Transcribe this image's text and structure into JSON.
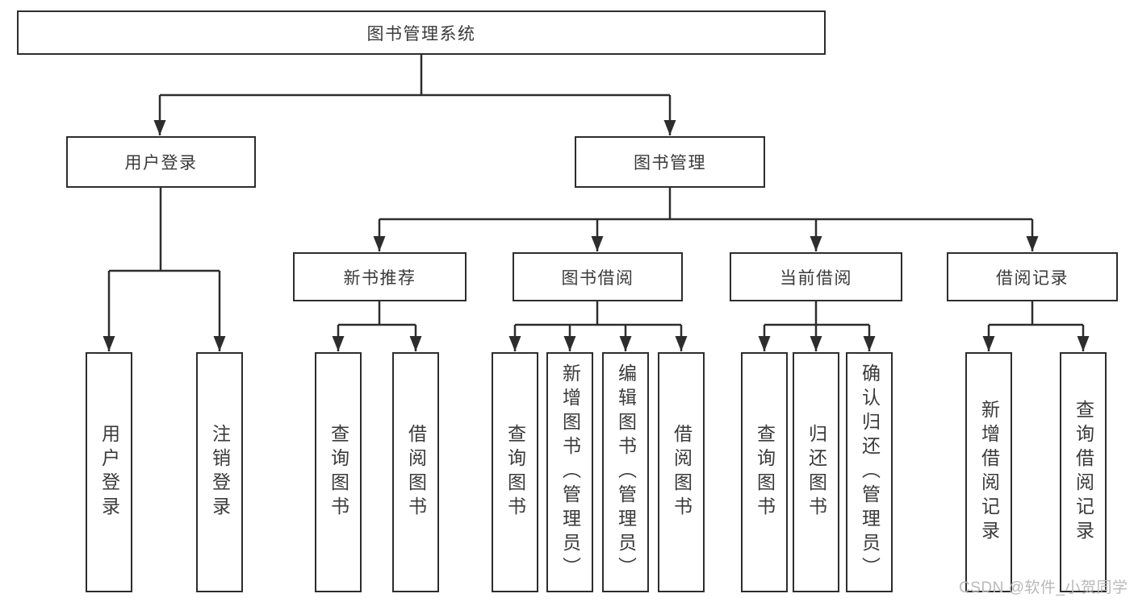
{
  "tree": {
    "label": "图书管理系统",
    "children": [
      {
        "label": "用户登录",
        "children": [
          {
            "label": "用户登录"
          },
          {
            "label": "注销登录"
          }
        ]
      },
      {
        "label": "图书管理",
        "children": [
          {
            "label": "新书推荐",
            "children": [
              {
                "label": "查询图书"
              },
              {
                "label": "借阅图书"
              }
            ]
          },
          {
            "label": "图书借阅",
            "children": [
              {
                "label": "查询图书"
              },
              {
                "label": "新增图书（管理员）"
              },
              {
                "label": "编辑图书（管理员）"
              },
              {
                "label": "借阅图书"
              }
            ]
          },
          {
            "label": "当前借阅",
            "children": [
              {
                "label": "查询图书"
              },
              {
                "label": "归还图书"
              },
              {
                "label": "确认归还（管理员）"
              }
            ]
          },
          {
            "label": "借阅记录",
            "children": [
              {
                "label": "新增借阅记录"
              },
              {
                "label": "查询借阅记录"
              }
            ]
          }
        ]
      }
    ]
  },
  "watermark": {
    "text": "CSDN @软件_小贺同学"
  },
  "colors": {
    "line": "#2d2d2d",
    "box_border": "#2d2d2d",
    "text": "#3a3a3a",
    "watermark": "#b9b9b9",
    "background": "#ffffff"
  }
}
